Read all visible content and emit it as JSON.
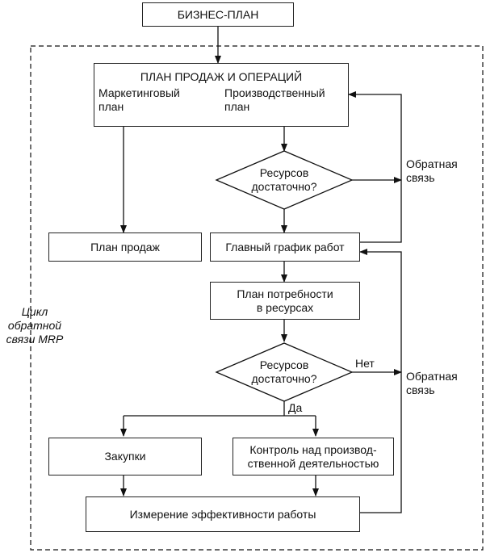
{
  "title": "БИЗНЕС-ПЛАН",
  "sop": {
    "title": "ПЛАН ПРОДАЖ И ОПЕРАЦИЙ",
    "marketing": "Маркетинговый\nплан",
    "production": "Производственный\nплан"
  },
  "decision1": "Ресурсов\nдостаточно?",
  "feedback1": "Обратная\nсвязь",
  "sales_plan": "План продаж",
  "master_schedule": "Главный график работ",
  "resource_plan": "План потребности\nв ресурсах",
  "decision2": "Ресурсов\nдостаточно?",
  "no_label": "Нет",
  "yes_label": "Да",
  "feedback2": "Обратная\nсвязь",
  "mrp_cycle": "Цикл\nобратной\nсвязи MRP",
  "purchases": "Закупки",
  "production_control": "Контроль над производ-\nственной деятельностью",
  "performance": "Измерение эффективности работы"
}
